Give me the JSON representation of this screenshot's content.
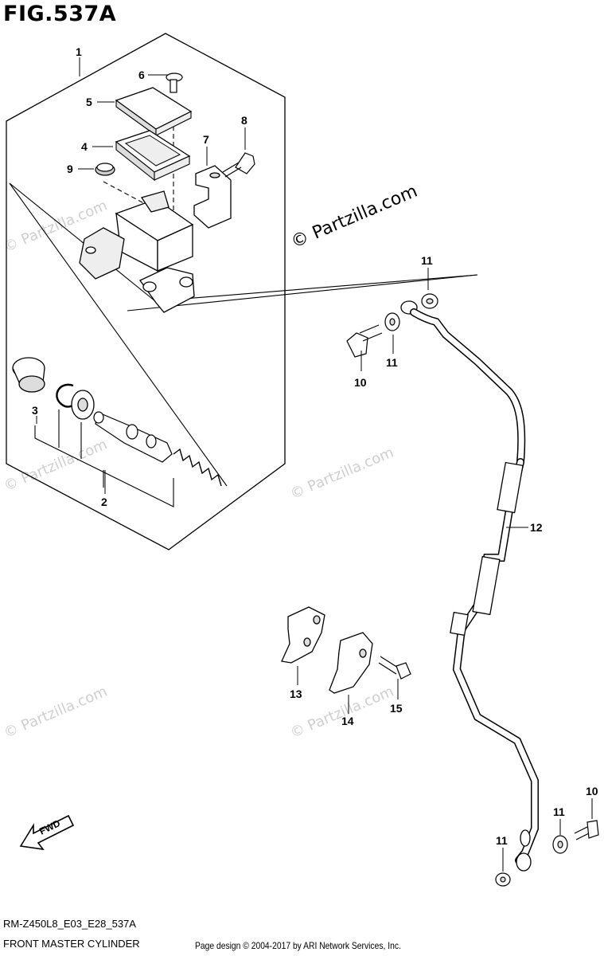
{
  "figure": {
    "title": "FIG.537A",
    "code": "RM-Z450L8_E03_E28_537A",
    "caption": "FRONT MASTER CYLINDER",
    "credit": "Page design © 2004-2017 by ARI Network Services, Inc."
  },
  "watermark": {
    "main": "© Partzilla.com",
    "faint": "© Partzilla.com"
  },
  "direction_arrow": {
    "label": "FWD"
  },
  "callouts": {
    "c1": "1",
    "c2": "2",
    "c3": "3",
    "c4": "4",
    "c5": "5",
    "c6": "6",
    "c7": "7",
    "c8": "8",
    "c9": "9",
    "c10a": "10",
    "c10b": "10",
    "c11a": "11",
    "c11b": "11",
    "c11c": "11",
    "c11d": "11",
    "c12": "12",
    "c13": "13",
    "c14": "14",
    "c15": "15"
  }
}
